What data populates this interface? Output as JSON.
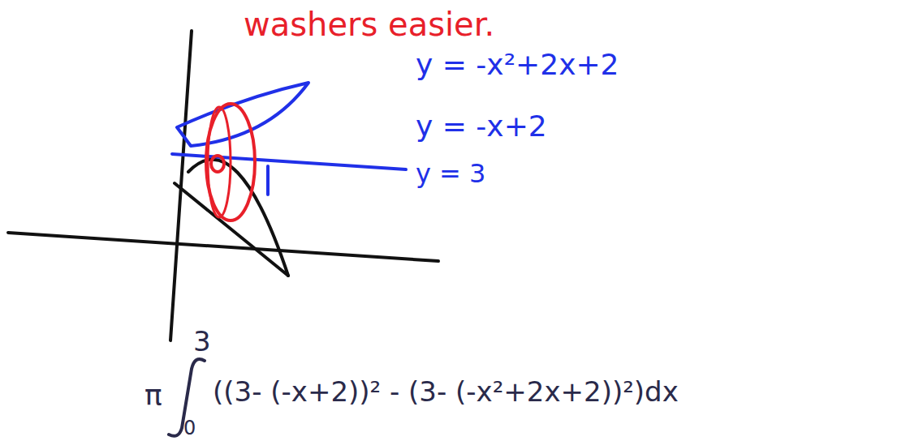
{
  "diagram": {
    "labels": [
      "washers easier.",
      "y = -x²+2x+2",
      "y = -x+2",
      "y = 3",
      "π",
      "3",
      "0",
      "((3- (-x+2))² - (3- (-x²+2x+2))²)dx"
    ]
  }
}
